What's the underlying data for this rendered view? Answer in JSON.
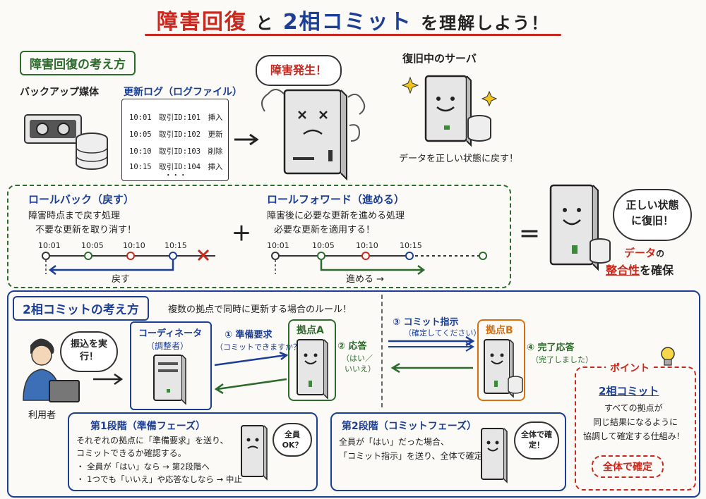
{
  "title": {
    "part1": "障害回復",
    "part2": "と",
    "part3": "2相コミット",
    "part4": "を理解しよう！"
  },
  "recovery": {
    "section_label": "障害回復の考え方",
    "backup_label": "バックアップ媒体",
    "log_title": "更新ログ（ログファイル）",
    "log_lines": [
      "10:01　取引ID:101　挿入",
      "10:05　取引ID:102　更新",
      "10:10　取引ID:103　削除",
      "10:15　取引ID:104　挿入",
      "・・・"
    ],
    "failure_label": "障害発生！",
    "recovering_label": "復旧中のサーバ",
    "recovering_caption": "データを正しい状態に戻す！",
    "rollback": {
      "title": "ロールバック（戻す）",
      "desc1": "障害時点まで戻す処理",
      "desc2": "不要な更新を取り消す！",
      "times": [
        "10:01",
        "10:05",
        "10:10",
        "10:15"
      ],
      "arrow_label": "戻す"
    },
    "plus": "＋",
    "rollforward": {
      "title": "ロールフォワード（進める）",
      "desc1": "障害後に必要な更新を進める処理",
      "desc2": "必要な更新を適用する！",
      "times": [
        "10:01",
        "10:05",
        "10:10",
        "10:15"
      ],
      "arrow_label": "進める →"
    },
    "equals": "＝",
    "result_bubble": "正しい状態に復旧！",
    "result_line1_a": "データ",
    "result_line1_b": "の",
    "result_line2_a": "整合性",
    "result_line2_b": "を確保"
  },
  "twophase": {
    "section_label": "2相コミットの考え方",
    "subtitle": "複数の拠点で同時に更新する場合のルール！",
    "user_bubble": "振込を実行！",
    "user_label": "利用者",
    "coordinator_title": "コーディネータ",
    "coordinator_sub": "（調整者）",
    "step1": "① 準備要求",
    "step1_sub": "（コミットできますか？）",
    "siteA": "拠点A",
    "step2": "② 応答",
    "step2_sub1": "（はい／",
    "step2_sub2": "いいえ）",
    "step3": "③ コミット指示",
    "step3_sub": "（確定してください）",
    "siteB": "拠点B",
    "step4": "④ 完了応答",
    "step4_sub": "（完了しました）",
    "phase1": {
      "title": "第1段階（準備フェーズ）",
      "line1": "それぞれの拠点に「準備要求」を送り、",
      "line2": "コミットできるか確認する。",
      "line3": "・ 全員が「はい」なら → 第2段階へ",
      "line4": "・ 1つでも「いいえ」や応答なしなら → 中止",
      "bubble": "全員OK？"
    },
    "phase2": {
      "title": "第2段階（コミットフェーズ）",
      "line1": "全員が「はい」だった場合、",
      "line2": "「コミット指示」を送り、全体で確定する。",
      "bubble": "全体で確定！"
    },
    "point": {
      "title": "ポイント",
      "term": "2相コミット",
      "desc1": "すべての拠点が",
      "desc2": "同じ結果になるように",
      "desc3": "協調して確定する仕組み！",
      "badge": "全体で確定"
    }
  },
  "colors": {
    "red": "#c8281e",
    "blue": "#1c3f95",
    "green": "#2d6b2d",
    "orange": "#d9700f"
  }
}
